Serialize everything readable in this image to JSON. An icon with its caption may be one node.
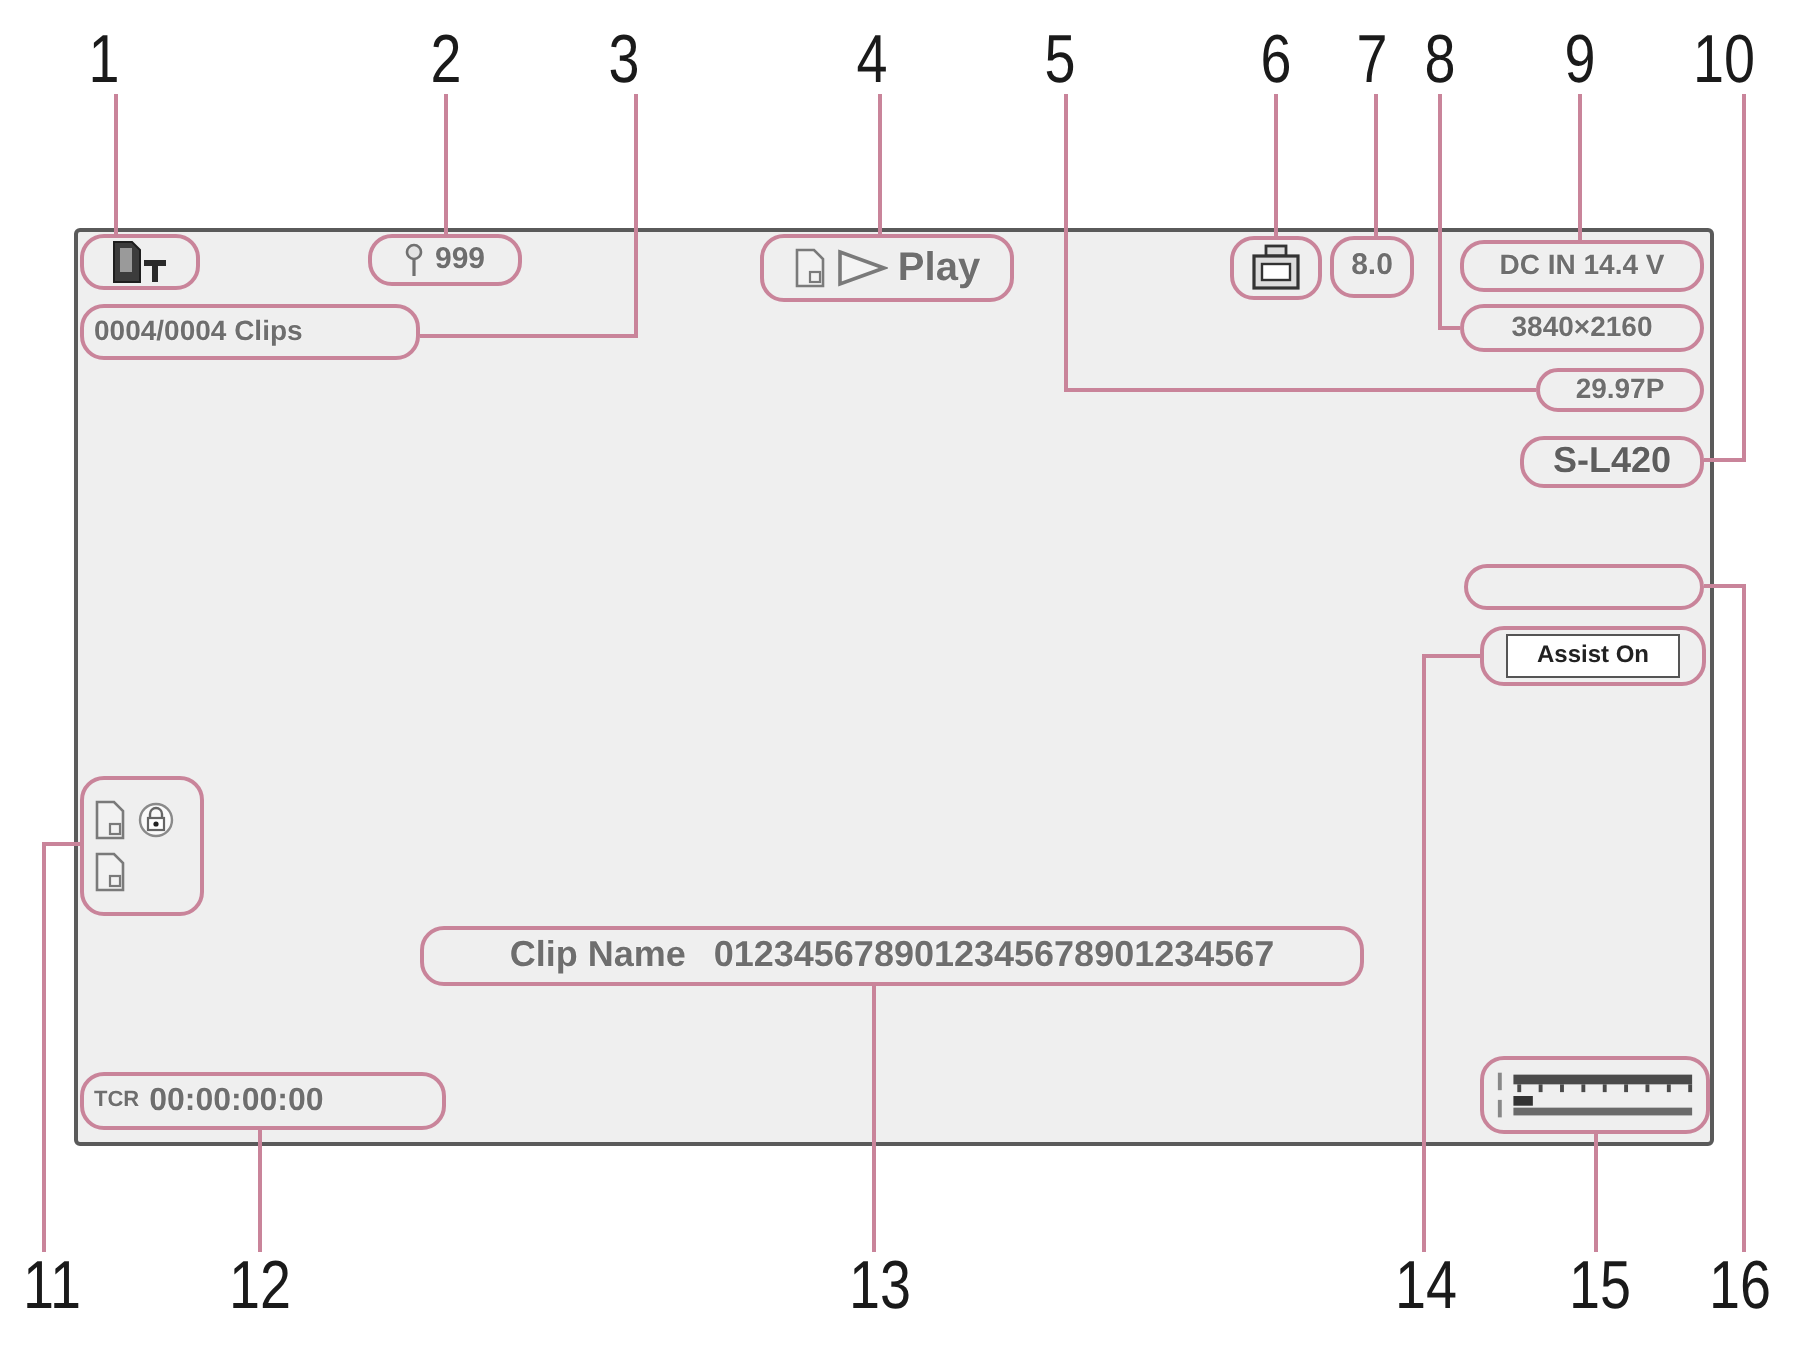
{
  "diagram": {
    "nodes": [
      {
        "text": [
          "1"
        ]
      },
      {
        "text": [
          "2"
        ]
      },
      {
        "text": [
          "3"
        ]
      },
      {
        "text": [
          "4"
        ]
      },
      {
        "text": [
          "5"
        ]
      },
      {
        "text": [
          "6"
        ]
      },
      {
        "text": [
          "7"
        ]
      },
      {
        "text": [
          "8"
        ]
      },
      {
        "text": [
          "9"
        ]
      },
      {
        "text": [
          "10"
        ]
      },
      {
        "text": [
          "11"
        ]
      },
      {
        "text": [
          "12"
        ]
      },
      {
        "text": [
          "13"
        ]
      },
      {
        "text": [
          "14"
        ]
      },
      {
        "text": [
          "15"
        ]
      },
      {
        "text": [
          "16"
        ]
      },
      {
        "text": [],
        "shape": "box"
      },
      {
        "text": [],
        "shape": "picture",
        "in": 16
      },
      {
        "text": [
          "999"
        ],
        "in": 16
      },
      {
        "text": [
          "0004/0004 Clips"
        ],
        "in": 16
      },
      {
        "text": [
          "Play"
        ],
        "in": 16
      },
      {
        "text": [
          "29.97P"
        ],
        "in": 16
      },
      {
        "text": [],
        "shape": "picture",
        "in": 16
      },
      {
        "text": [
          "8.0"
        ],
        "in": 16
      },
      {
        "text": [
          "3840×2160"
        ],
        "in": 16
      },
      {
        "text": [
          "DC IN 14.4 V"
        ],
        "in": 16
      },
      {
        "text": [
          "S-L420"
        ],
        "in": 16
      },
      {
        "text": [],
        "shape": "picture",
        "in": 16
      },
      {
        "text": [
          "TCR",
          "00:00:00:00"
        ],
        "in": 16
      },
      {
        "text": [
          "Clip Name",
          "0123456789012345678901234567"
        ],
        "in": 16
      },
      {
        "text": [
          "Assist On"
        ],
        "in": 16
      },
      {
        "text": [],
        "shape": "picture",
        "in": 16
      },
      {
        "text": [],
        "shape": "box",
        "in": 16
      }
    ],
    "edges": [
      {
        "from": 0,
        "to": 17,
        "arrow": "none"
      },
      {
        "from": 1,
        "to": 18,
        "arrow": "none"
      },
      {
        "from": 2,
        "to": 19,
        "arrow": "none"
      },
      {
        "from": 3,
        "to": 20,
        "arrow": "none"
      },
      {
        "from": 4,
        "to": 21,
        "arrow": "none"
      },
      {
        "from": 5,
        "to": 22,
        "arrow": "none"
      },
      {
        "from": 6,
        "to": 23,
        "arrow": "none"
      },
      {
        "from": 7,
        "to": 24,
        "arrow": "none"
      },
      {
        "from": 8,
        "to": 25,
        "arrow": "none"
      },
      {
        "from": 9,
        "to": 26,
        "arrow": "none"
      },
      {
        "from": 10,
        "to": 27,
        "arrow": "none"
      },
      {
        "from": 11,
        "to": 28,
        "arrow": "none"
      },
      {
        "from": 12,
        "to": 29,
        "arrow": "none"
      },
      {
        "from": 13,
        "to": 30,
        "arrow": "none"
      },
      {
        "from": 14,
        "to": 31,
        "arrow": "none"
      },
      {
        "from": 15,
        "to": 32,
        "arrow": "none"
      }
    ]
  }
}
